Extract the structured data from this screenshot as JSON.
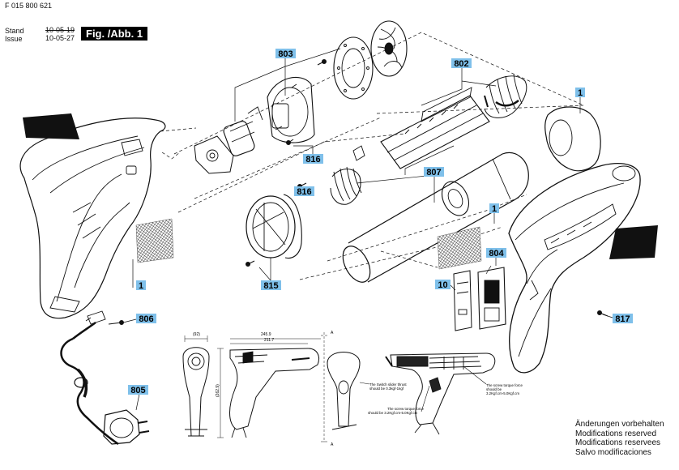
{
  "header": {
    "doc_number": "F 015 800 621",
    "stand_label": "Stand",
    "issue_label": "Issue",
    "stand_date": "10-05-19",
    "issue_date": "10-05-27",
    "figure_label": "Fig. /Abb. 1"
  },
  "callouts": [
    "803",
    "802",
    "1",
    "816",
    "816",
    "807",
    "1",
    "804",
    "1",
    "10",
    "815",
    "806",
    "817",
    "805"
  ],
  "dimensions": {
    "d1": "(92)",
    "d2": "245.9",
    "d3": "211.7",
    "d4": "(262.9)",
    "section_mark": "A"
  },
  "specs": {
    "switch_slider": [
      "The Switch slider thrust",
      "should be 0.3kgf-1kgf"
    ],
    "screw_torque_1": [
      "The screw torque force",
      "should be 3.2Kgf.cm-5.0Kgf.cm"
    ],
    "screw_torque_2": [
      "The screw torque force",
      "should be",
      "3.2Kgf.cm-5.0Kgf.cm"
    ]
  },
  "notes": [
    "Änderungen vorbehalten",
    "Modifications reserved",
    "Modifications reservees",
    "Salvo modificaciones"
  ],
  "colors": {
    "callout_bg": "#7fc0ea",
    "line": "#111111"
  }
}
